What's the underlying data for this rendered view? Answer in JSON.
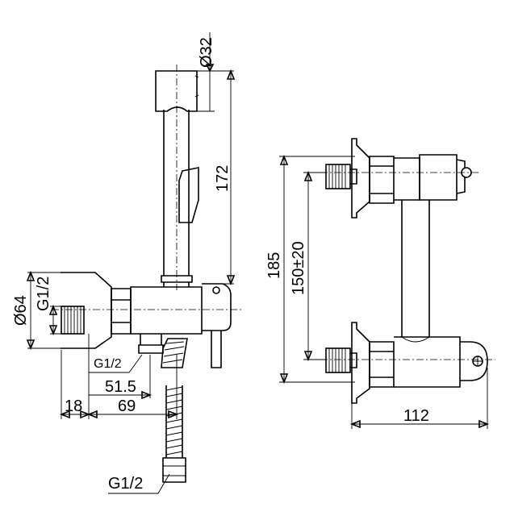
{
  "left_view": {
    "dim_diameter_head": "Ø32",
    "dim_height": "172",
    "dim_diameter_flange": "Ø64",
    "dim_thread_left": "G1/2",
    "dim_thread_outlet": "G1/2",
    "dim_offset_51": "51.5",
    "dim_offset_69": "69",
    "dim_offset_18": "18",
    "dim_thread_hose": "G1/2"
  },
  "right_view": {
    "dim_height_total": "185",
    "dim_center_distance": "150±20",
    "dim_width": "112"
  }
}
